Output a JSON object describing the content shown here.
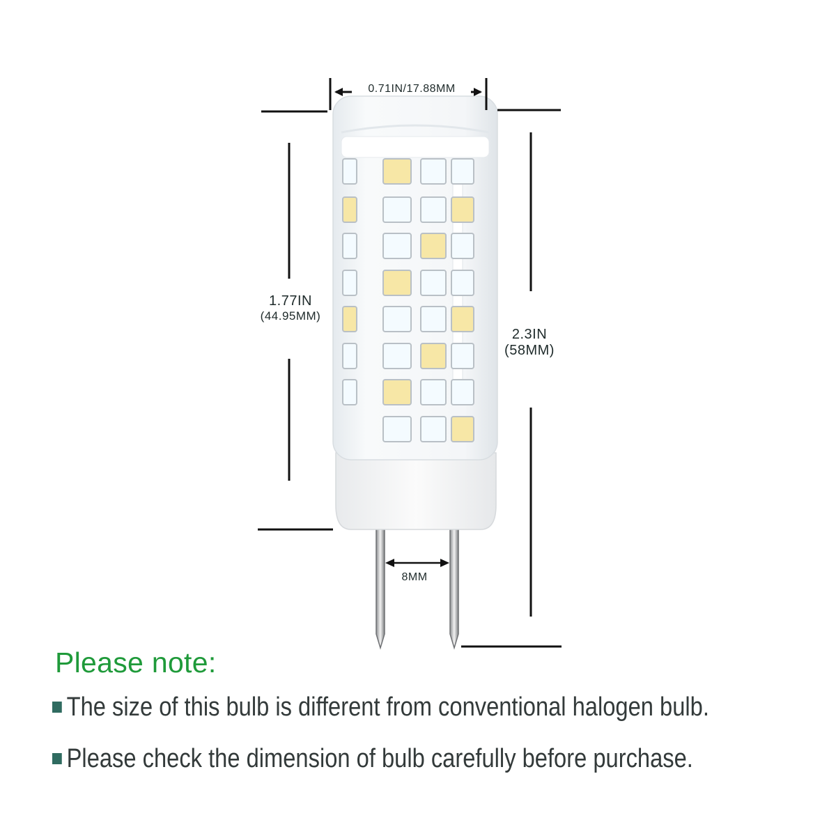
{
  "dimensions": {
    "width_label": "0.71IN/17.88MM",
    "body_height_inch": "1.77IN",
    "body_height_mm": "(44.95MM)",
    "total_height_inch": "2.3IN",
    "total_height_mm": "(58MM)",
    "pin_spacing": "8MM"
  },
  "note": {
    "title": "Please note:",
    "items": [
      "The size of this bulb is different from conventional halogen bulb.",
      "Please check the dimension of bulb carefully before purchase."
    ],
    "title_color": "#1f9a3a",
    "bullet_color": "#2f6b60"
  },
  "led_colors": {
    "warm": "#f7e7a6",
    "cool": "#f4fbff"
  }
}
